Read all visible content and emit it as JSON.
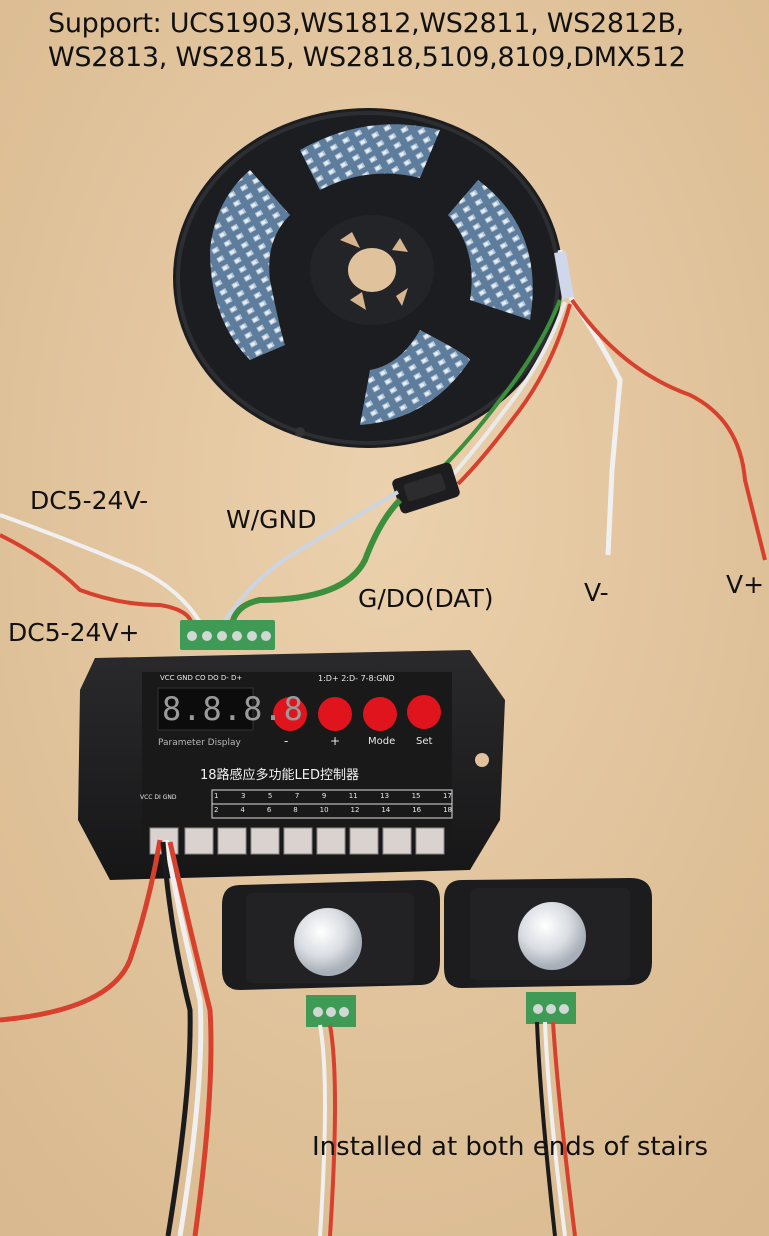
{
  "header": {
    "line1": "Support: UCS1903,WS1812,WS2811, WS2812B,",
    "line2": "WS2813, WS2815, WS2818,5109,8109,DMX512"
  },
  "labels": {
    "dc_minus": "DC5-24V-",
    "dc_plus": "DC5-24V+",
    "w_gnd": "W/GND",
    "g_do": "G/DO(DAT)",
    "v_minus": "V-",
    "v_plus": "V+",
    "caption": "Installed at both ends of stairs"
  },
  "controller": {
    "terminal_labels": "VCC GND CO  DO  D-  D+",
    "port_labels": "1:D+  2:D-    7-8:GND",
    "display": "8.8.8.8",
    "display_label": "Parameter Display",
    "buttons": [
      "-",
      "+",
      "Mode",
      "Set"
    ],
    "title": "18路感应多功能LED控制器",
    "sensor_pins": "VCC   DI   GND",
    "channels_top": [
      "1",
      "3",
      "5",
      "7",
      "9",
      "11",
      "13",
      "15",
      "17"
    ],
    "channels_bottom": [
      "2",
      "4",
      "6",
      "8",
      "10",
      "12",
      "14",
      "16",
      "18"
    ]
  },
  "colors": {
    "wall": "#e6c9a4",
    "device": "#1f1f21",
    "button_red": "#e0141c",
    "terminal_green": "#3f9a55",
    "wire_red": "#d8402e",
    "wire_white": "#f2f2f2",
    "wire_green": "#3c8f3c"
  },
  "icons": [
    "led-strip-reel",
    "connector-plug",
    "pir-sensor",
    "terminal-block"
  ]
}
